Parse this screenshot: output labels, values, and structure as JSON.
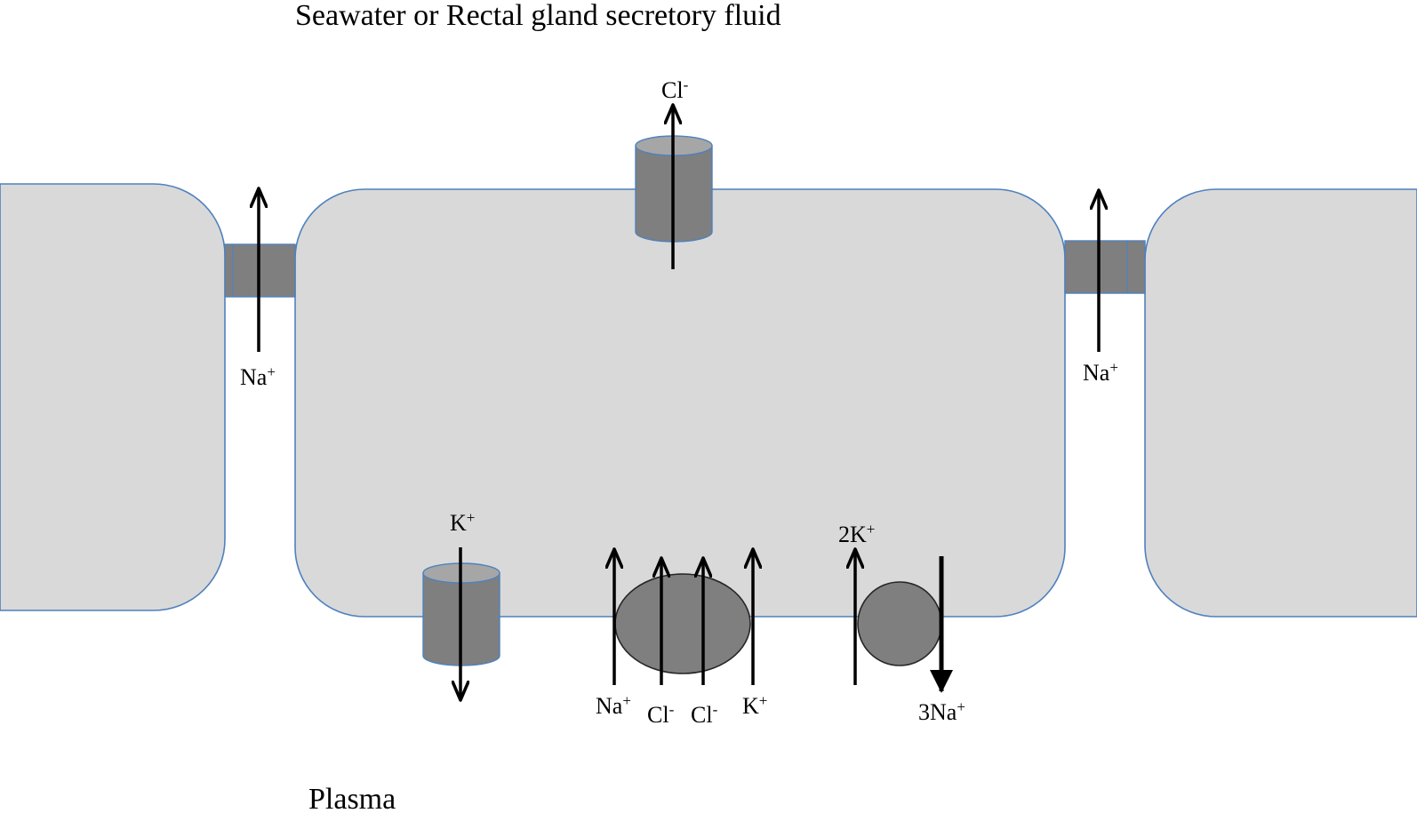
{
  "title": "Seawater or Rectal gland secretory fluid",
  "bottom_label": "Plasma",
  "colors": {
    "cell_fill": "#d9d9d9",
    "cell_stroke": "#4f81bd",
    "transporter_fill": "#7f7f7f",
    "transporter_top": "#a6a6a6",
    "arrow": "#000000"
  },
  "ions": {
    "apical_cl": {
      "base": "Cl",
      "charge": "-"
    },
    "left_junction_na": {
      "base": "Na",
      "charge": "+"
    },
    "right_junction_na": {
      "base": "Na",
      "charge": "+"
    },
    "k_channel": {
      "base": "K",
      "charge": "+"
    },
    "cotransporter": [
      {
        "base": "Na",
        "charge": "+"
      },
      {
        "base": "Cl",
        "charge": "-"
      },
      {
        "base": "Cl",
        "charge": "-"
      },
      {
        "base": "K",
        "charge": "+"
      }
    ],
    "pump_in": {
      "base": "2K",
      "charge": "+"
    },
    "pump_out": {
      "base": "3Na",
      "charge": "+"
    }
  },
  "icons": [
    "cl-channel-icon",
    "k-channel-icon",
    "na-k-2cl-cotransporter-icon",
    "na-k-pump-icon",
    "tight-junction-icon"
  ]
}
